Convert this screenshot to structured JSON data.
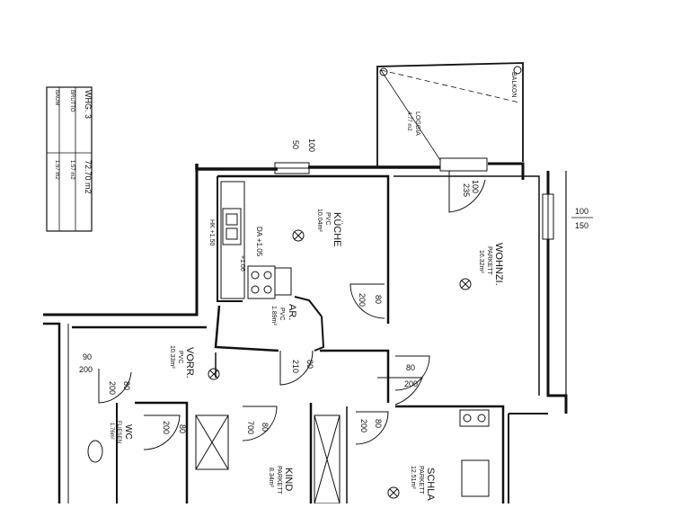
{
  "legend": {
    "header": "WHG. 3",
    "area": "72.70 m2",
    "row2_left": "BRUTTO",
    "row2_right": "1.57 m2",
    "row3_left": "BAUM",
    "row3_right": "1.57 m2"
  },
  "rooms": {
    "loggia": {
      "name": "LOGGIA",
      "area": "4.77 m2"
    },
    "balkon": {
      "name": "BALKON"
    },
    "kueche": {
      "name": "KÜCHE",
      "floor": "PVC",
      "area": "10.04m²"
    },
    "wohnzi": {
      "name": "WOHNZI.",
      "floor": "PARKETT",
      "area": "16.32m²"
    },
    "ar": {
      "name": "AR.",
      "floor": "PVC",
      "area": "1.89m²"
    },
    "vorr": {
      "name": "VORR.",
      "floor": "PVC",
      "area": "10.33m²"
    },
    "kind": {
      "name": "KIND",
      "floor": "PARKETT",
      "area": "8.34m²"
    },
    "schlaf": {
      "name": "SCHLA",
      "floor": "PARKETT",
      "area": "12.51m²"
    },
    "wc": {
      "name": "WC",
      "floor": "FLIESEN",
      "area": "1.76m²"
    }
  },
  "dimensions": {
    "window_top_left": "100",
    "window_top_left2": "50",
    "window_right": "100",
    "window_right2": "150",
    "door_100": "100",
    "door_235": "235",
    "kueche_door_80": "80",
    "kueche_door_200": "200",
    "vorr_door_80": "80",
    "vorr_door_210": "210",
    "wohn_door_80": "80",
    "wohn_door_200": "200",
    "left_90": "90",
    "left_200": "200",
    "wc_80": "80",
    "wc_200": "200",
    "wc_200b": "200",
    "wc_80b": "80",
    "kind_80": "80",
    "kind_700": "700",
    "schlaf_200": "200",
    "schlaf_80": "80",
    "da_label": "DA +1.05",
    "level_106": "+1.06",
    "hk_label": "HK +1.50"
  }
}
